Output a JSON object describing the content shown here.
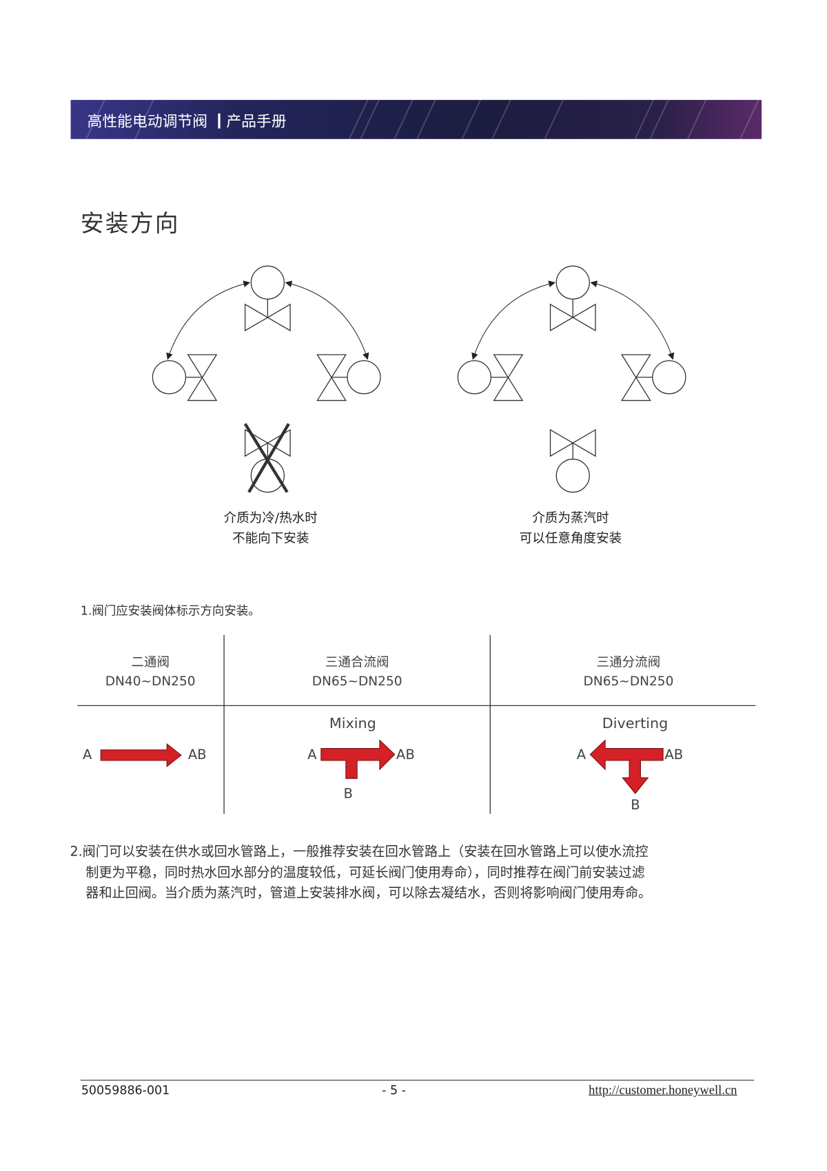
{
  "header": {
    "product": "高性能电动调节阀",
    "doc_type": "产品手册"
  },
  "section_title": "安装方向",
  "diagrams": [
    {
      "caption_line1": "介质为冷/热水时",
      "caption_line2": "不能向下安装"
    },
    {
      "caption_line1": "介质为蒸汽时",
      "caption_line2": "可以任意角度安装"
    }
  ],
  "note1": "1.阀门应安装阀体标示方向安装。",
  "table": {
    "columns": [
      {
        "name": "二通阀",
        "range": "DN40~DN250",
        "flow_label": "",
        "ports": {
          "a": "A",
          "ab": "AB"
        }
      },
      {
        "name": "三通合流阀",
        "range": "DN65~DN250",
        "flow_label": "Mixing",
        "ports": {
          "a": "A",
          "ab": "AB",
          "b": "B"
        }
      },
      {
        "name": "三通分流阀",
        "range": "DN65~DN250",
        "flow_label": "Diverting",
        "ports": {
          "a": "A",
          "ab": "AB",
          "b": "B"
        }
      }
    ],
    "arrow_color": "#d42027"
  },
  "note2": {
    "line1": "2.阀门可以安装在供水或回水管路上，一般推荐安装在回水管路上（安装在回水管路上可以使水流控",
    "line2": "制更为平稳，同时热水回水部分的温度较低，可延长阀门使用寿命），同时推荐在阀门前安装过滤",
    "line3": "器和止回阀。当介质为蒸汽时，管道上安装排水阀，可以除去凝结水，否则将影响阀门使用寿命。"
  },
  "footer": {
    "doc_number": "50059886-001",
    "page": "- 5 -",
    "url": "http://customer.honeywell.cn"
  }
}
